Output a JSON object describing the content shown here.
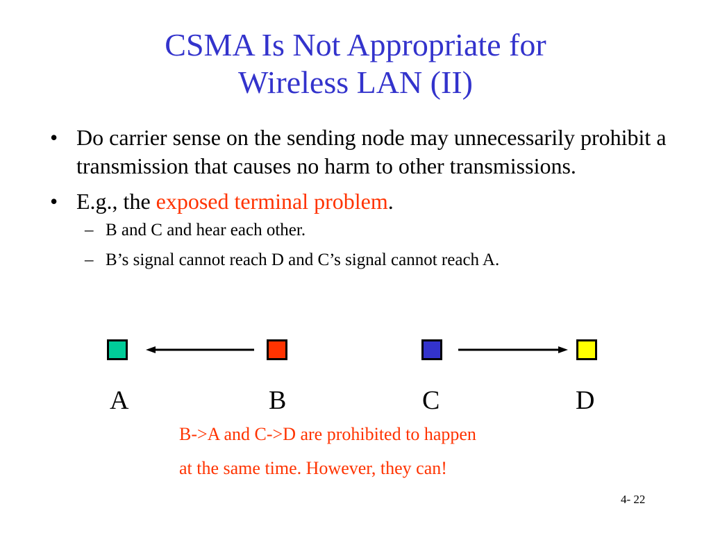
{
  "title": {
    "line1": "CSMA Is Not Appropriate for",
    "line2": "Wireless LAN (II)"
  },
  "bullets": {
    "b1": "Do carrier sense on the sending node may unnecessarily prohibit a transmission that causes no harm to other transmissions.",
    "b2_prefix": "E.g., the ",
    "b2_highlight": "exposed terminal problem",
    "b2_suffix": ".",
    "sub1": "B and C and hear each other.",
    "sub2": "B’s signal cannot reach D and C’s signal cannot reach A.",
    "bullet_glyph": "•",
    "dash_glyph": "–"
  },
  "diagram": {
    "nodes": [
      {
        "label": "A",
        "color": "#00cc99"
      },
      {
        "label": "B",
        "color": "#ff3300"
      },
      {
        "label": "C",
        "color": "#3333cc"
      },
      {
        "label": "D",
        "color": "#ffff00"
      }
    ]
  },
  "note": {
    "line1": "B->A and C->D are prohibited to happen",
    "line2": "at the same time. However, they can!"
  },
  "page_number": "4- 22",
  "colors": {
    "title": "#3333cc",
    "highlight": "#ff3300",
    "text": "#000000"
  }
}
